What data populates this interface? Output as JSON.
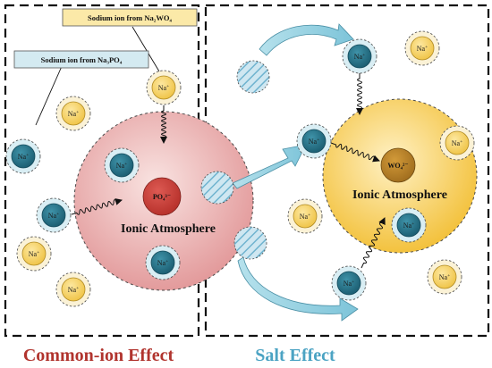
{
  "labels": {
    "na2wo4_label": "Sodium ion from Na₂WO₄",
    "na3po4_label": "Sodium ion from Na₃PO₄",
    "left_center": "PO₄³⁻",
    "right_center": "WO₄²⁻",
    "ionic_atmosphere_left": "Ionic Atmosphere",
    "ionic_atmosphere_right": "Ionic Atmosphere",
    "common_ion_effect": "Common-ion Effect",
    "salt_effect": "Salt Effect"
  },
  "ion": {
    "base": "Na",
    "charge": "+"
  },
  "colors": {
    "common_ion_text": "#b1342e",
    "salt_effect_text": "#4ba3c3",
    "sodium_yellow": "#f2cd58",
    "sodium_teal": "#2a7a90",
    "left_atmosphere": "#e8a9aa",
    "right_atmosphere": "#f6c84a",
    "po4_core": "#c9433d",
    "wo4_core": "#b8862a",
    "arrow_blue": "#8ccfe0"
  }
}
